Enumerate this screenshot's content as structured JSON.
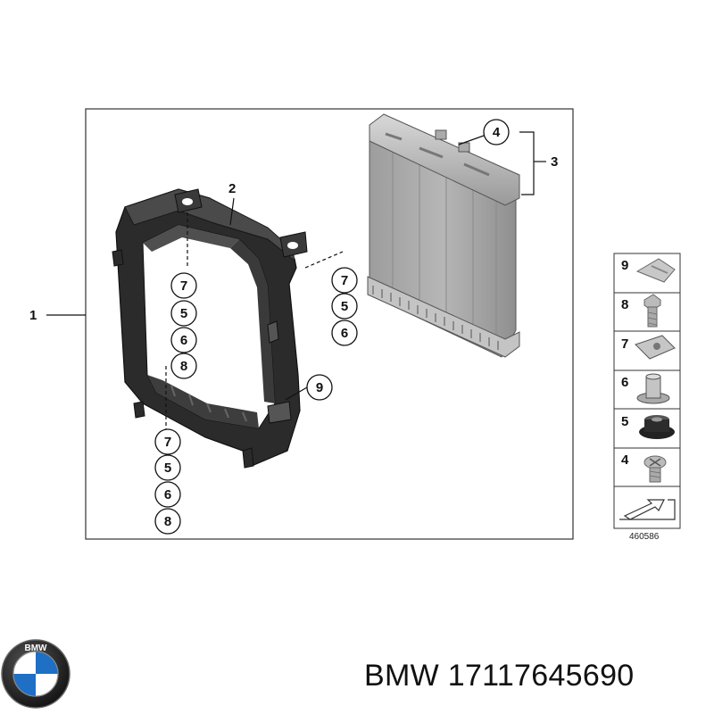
{
  "diagram": {
    "part_labels": {
      "frame": "1",
      "frame_detail": "2",
      "radiator": "3",
      "radiator_detail": "4",
      "bracket_fastener": "9"
    },
    "fastener_stack_top": [
      "7",
      "5",
      "6",
      "8"
    ],
    "fastener_stack_right": [
      "7",
      "5",
      "6"
    ],
    "fastener_stack_bottom": [
      "7",
      "5",
      "6",
      "8"
    ],
    "legend": {
      "items": [
        {
          "number": "9",
          "icon": "clip-icon"
        },
        {
          "number": "8",
          "icon": "bolt-icon"
        },
        {
          "number": "7",
          "icon": "speed-nut-icon"
        },
        {
          "number": "6",
          "icon": "grommet-sleeve-icon"
        },
        {
          "number": "5",
          "icon": "rubber-grommet-icon"
        },
        {
          "number": "4",
          "icon": "screw-icon"
        }
      ],
      "arrow_icon": "direction-arrow-icon"
    },
    "diagram_code": "460586"
  },
  "brand": {
    "logo": "bmw-roundel-icon",
    "logo_text": "BMW",
    "caption": "BMW 17117645690"
  }
}
